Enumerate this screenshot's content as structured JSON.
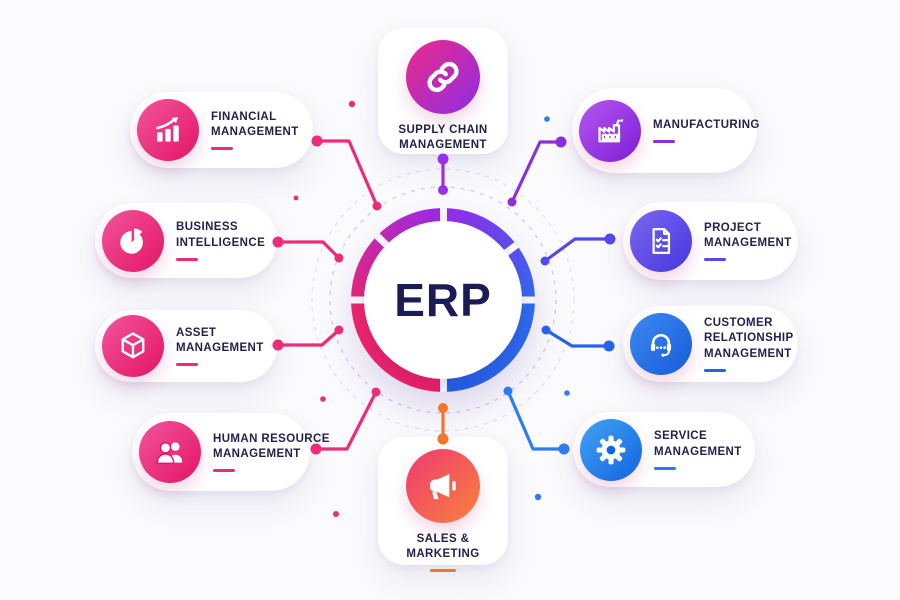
{
  "palette": {
    "pink": "#ED2B78",
    "purple": "#9B30E8",
    "indigo": "#5348E8",
    "blue": "#2E7CF0",
    "orange": "#F4742C",
    "navy_text": "#23224F",
    "dashed_circle_inner": "#D8C7F2",
    "dashed_circle_outer": "#E3D8F8",
    "page_bg": "#FBFBFD"
  },
  "center": {
    "label": "ERP",
    "text_color": "#1B1B55",
    "ring_conic": [
      [
        0,
        "#9A2BE8"
      ],
      [
        52,
        "#5C50EF"
      ],
      [
        92,
        "#2F6CF2"
      ],
      [
        178,
        "#2161E8"
      ],
      [
        182,
        "#EE1F63"
      ],
      [
        266,
        "#F1256E"
      ],
      [
        314,
        "#C22BB4"
      ],
      [
        360,
        "#9A2BE8"
      ]
    ]
  },
  "nodes": [
    {
      "id": "financial-management",
      "label": "FINANCIAL\nMANAGEMENT",
      "icon": "chart-growth-icon",
      "accent": "#ED2B78",
      "gradient": [
        "#F2549B",
        "#E31566"
      ]
    },
    {
      "id": "supply-chain-management",
      "label": "SUPPLY CHAIN\nMANAGEMENT",
      "icon": "chain-link-icon",
      "accent": "#9B30E8",
      "gradient": [
        "#ED2A8A",
        "#8E2DE2"
      ]
    },
    {
      "id": "manufacturing",
      "label": "MANUFACTURING",
      "icon": "factory-icon",
      "accent": "#8B2FD8",
      "gradient": [
        "#B557F2",
        "#7D1ED4"
      ]
    },
    {
      "id": "business-intelligence",
      "label": "BUSINESS\nINTELLIGENCE",
      "icon": "pie-chart-icon",
      "accent": "#ED2B78",
      "gradient": [
        "#F2549B",
        "#E31566"
      ]
    },
    {
      "id": "project-management",
      "label": "PROJECT\nMANAGEMENT",
      "icon": "document-checklist-icon",
      "accent": "#5348E8",
      "gradient": [
        "#7A68F0",
        "#4537DE"
      ]
    },
    {
      "id": "asset-management",
      "label": "ASSET\nMANAGEMENT",
      "icon": "cube-icon",
      "accent": "#ED2B78",
      "gradient": [
        "#F2549B",
        "#E31566"
      ]
    },
    {
      "id": "customer-relationship-management",
      "label": "CUSTOMER\nRELATIONSHIP\nMANAGEMENT",
      "icon": "headset-icon",
      "accent": "#2563EB",
      "gradient": [
        "#3E8AF2",
        "#155BD8"
      ]
    },
    {
      "id": "human-resource-management",
      "label": "HUMAN RESOURCE\nMANAGEMENT",
      "icon": "people-icon",
      "accent": "#ED2B78",
      "gradient": [
        "#F2549B",
        "#E31566"
      ]
    },
    {
      "id": "service-management",
      "label": "SERVICE\nMANAGEMENT",
      "icon": "gear-icon",
      "accent": "#2E7CF0",
      "gradient": [
        "#41A3F5",
        "#1463E0"
      ]
    },
    {
      "id": "sales-marketing",
      "label": "SALES &\nMARKETING",
      "icon": "megaphone-icon",
      "accent": "#F4742C",
      "gradient": [
        "#EE3A72",
        "#F9813C"
      ]
    }
  ]
}
